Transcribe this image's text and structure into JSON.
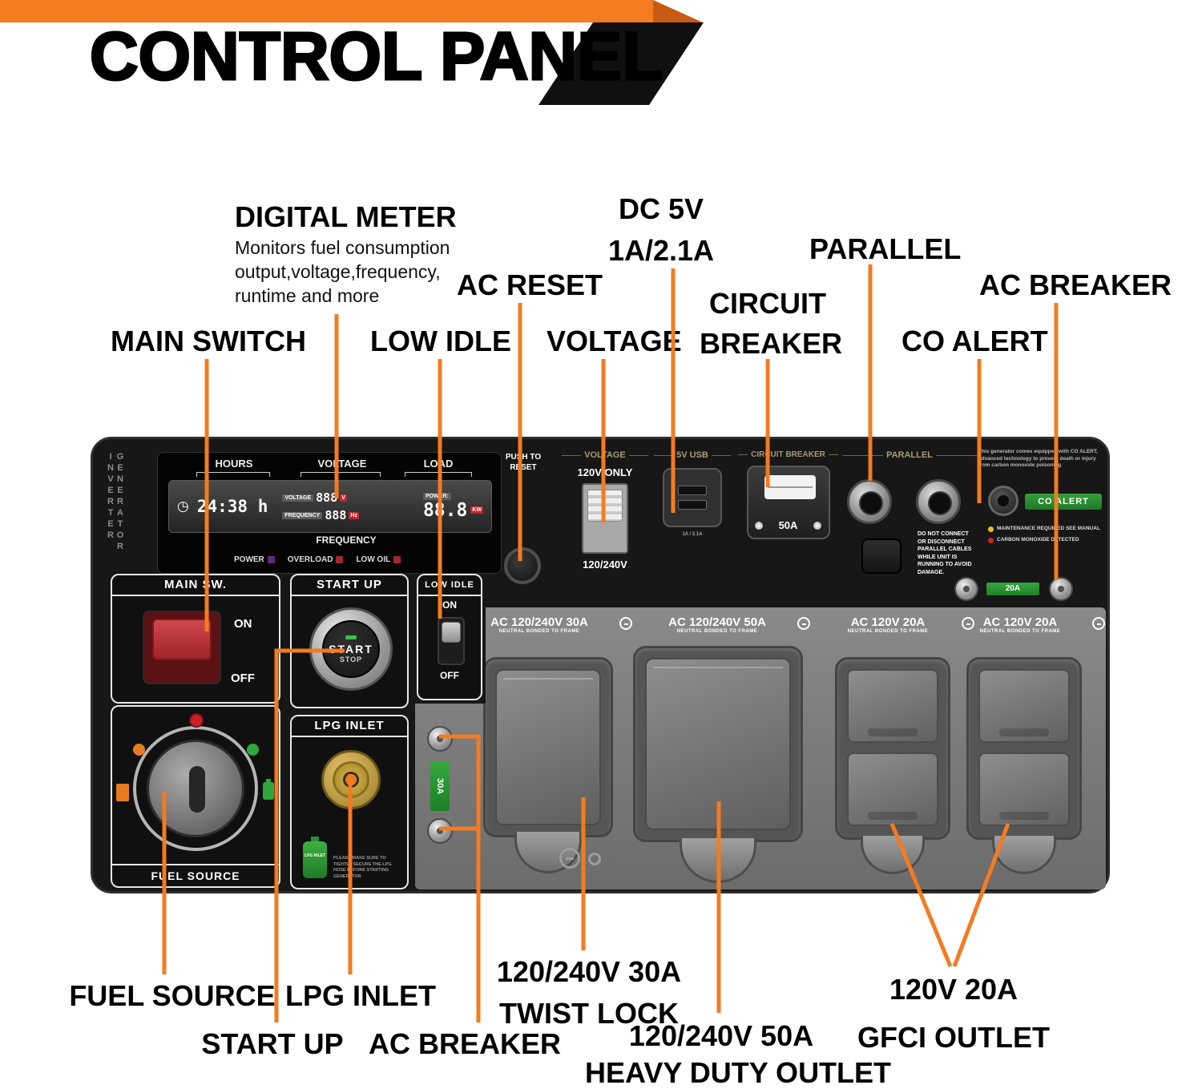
{
  "header": {
    "title": "CONTROL PANEL"
  },
  "callouts": {
    "digital_meter": "DIGITAL METER",
    "digital_meter_desc1": "Monitors fuel consumption",
    "digital_meter_desc2": "output,voltage,frequency,",
    "digital_meter_desc3": "runtime and more",
    "dc5v_1": "DC 5V",
    "dc5v_2": "1A/2.1A",
    "parallel": "PARALLEL",
    "ac_reset": "AC RESET",
    "ac_breaker_top": "AC BREAKER",
    "main_switch": "MAIN SWITCH",
    "low_idle": "LOW IDLE",
    "voltage": "VOLTAGE",
    "circuit_1": "CIRCUIT",
    "circuit_2": "BREAKER",
    "co_alert": "CO ALERT",
    "fuel_source": "FUEL SOURCE",
    "lpg_inlet": "LPG INLET",
    "start_up": "START UP",
    "ac_breaker_bottom": "AC BREAKER",
    "twist_1": "120/240V 30A",
    "twist_2": "TWIST LOCK",
    "heavy_1": "120/240V 50A",
    "heavy_2": "HEAVY DUTY OUTLET",
    "gfci_1": "120V 20A",
    "gfci_2": "GFCI OUTLET"
  },
  "panel": {
    "brand": "INVERTER GENERATOR",
    "meter": {
      "hours_label": "HOURS",
      "voltage_label": "VOLTAGE",
      "load_label": "LOAD",
      "clock_icon": "◷",
      "hours_value": "24:38 h",
      "lcd_voltage_label": "VOLTAGE",
      "lcd_voltage_value": "888",
      "lcd_voltage_unit": "V",
      "lcd_freq_label": "FREQUENCY",
      "lcd_freq_value": "888",
      "lcd_freq_unit": "Hz",
      "power_label": "POWER:",
      "power_value": "88.8",
      "power_unit": "KW",
      "frequency_label": "FREQUENCY",
      "ind_power": "POWER",
      "ind_overload": "OVERLOAD",
      "ind_low_oil": "LOW OIL"
    },
    "main_sw": {
      "title": "MAIN SW.",
      "on": "ON",
      "off": "OFF"
    },
    "start": {
      "title": "START UP",
      "btn_start": "START",
      "btn_stop": "STOP"
    },
    "low_idle": {
      "title": "LOW IDLE",
      "on": "ON",
      "off": "OFF"
    },
    "reset": {
      "line1": "PUSH TO",
      "line2": "RESET"
    },
    "voltage_sel": {
      "title": "VOLTAGE",
      "top": "120V ONLY",
      "bottom": "120/240V"
    },
    "usb": {
      "title": "5V USB",
      "note": "1A / 2.1A"
    },
    "breaker": {
      "title": "CIRCUIT BREAKER",
      "amps": "50A"
    },
    "parallel": {
      "title": "PARALLEL",
      "warning": "DO NOT CONNECT OR DISCONNECT PARALLEL CABLES WHILE UNIT IS RUNNING TO AVOID DAMAGE."
    },
    "co": {
      "intro": "This generator comes equipped with CO ALERT, advanced technology to prevent death or injury from carbon monoxide poisoning",
      "badge": "CO ALERT",
      "maintenance": "MAINTENANCE REQUIRED SEE MANUAL",
      "detected": "CARBON MONOXIDE DETECTED"
    },
    "breaker20": "20A",
    "fuel": {
      "title": "FUEL SOURCE"
    },
    "lpg": {
      "title": "LPG INLET",
      "tank": "LPG INLET",
      "warning": "PLEASE MAKE SURE TO TIGHTLY SECURE THE LPG HOSE BEFORE STARTING GENERATOR"
    },
    "outlets": {
      "bonded": "NEUTRAL BONDED TO FRAME",
      "o30": {
        "title": "AC 120/240V 30A",
        "amps": "30A"
      },
      "o50": {
        "title": "AC 120/240V 50A"
      },
      "o20a": {
        "title": "AC 120V 20A"
      },
      "o20b": {
        "title": "AC 120V 20A"
      }
    }
  },
  "colors": {
    "accent": "#F47B20",
    "green": "#2FA63C",
    "red": "#CC2229",
    "panel_bg": "#171717"
  }
}
